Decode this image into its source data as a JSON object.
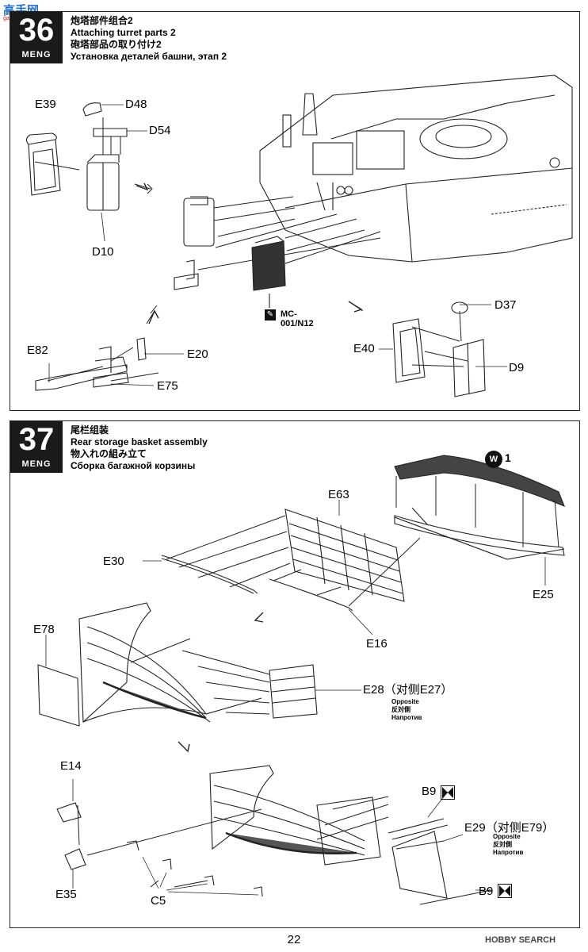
{
  "watermark": {
    "site": "高手网",
    "site_sub": "gaoshou.net",
    "bottom": "HOBBY SEARCH"
  },
  "page_number": "22",
  "brand": "MENG",
  "step36": {
    "number": "36",
    "title_cn": "炮塔部件组合2",
    "title_en": "Attaching turret parts 2",
    "title_jp": "砲塔部品の取り付け2",
    "title_ru": "Установка деталей башни, этап 2",
    "labels": {
      "e39": "E39",
      "d48": "D48",
      "d54": "D54",
      "d10": "D10",
      "e82": "E82",
      "e20": "E20",
      "e75": "E75",
      "d37": "D37",
      "e40": "E40",
      "d9": "D9"
    },
    "paint": {
      "icon": "brush-icon",
      "code": "MC-001/N12"
    }
  },
  "step37": {
    "number": "37",
    "title_cn": "尾栏组装",
    "title_en": "Rear storage basket assembly",
    "title_jp": "物入れの組み立て",
    "title_ru": "Сборка багажной корзины",
    "labels": {
      "e63": "E63",
      "e30": "E30",
      "e25": "E25",
      "e16": "E16",
      "e78": "E78",
      "e28": "E28（对侧E27）",
      "e14": "E14",
      "b9a": "B9",
      "e29": "E29（对侧E79）",
      "e35": "E35",
      "c5": "C5",
      "b9b": "B9"
    },
    "opposite_notes": {
      "en": "Opposite",
      "jp": "反対側",
      "ru": "Напротив"
    },
    "w1": {
      "letter": "W",
      "count": "1"
    }
  }
}
